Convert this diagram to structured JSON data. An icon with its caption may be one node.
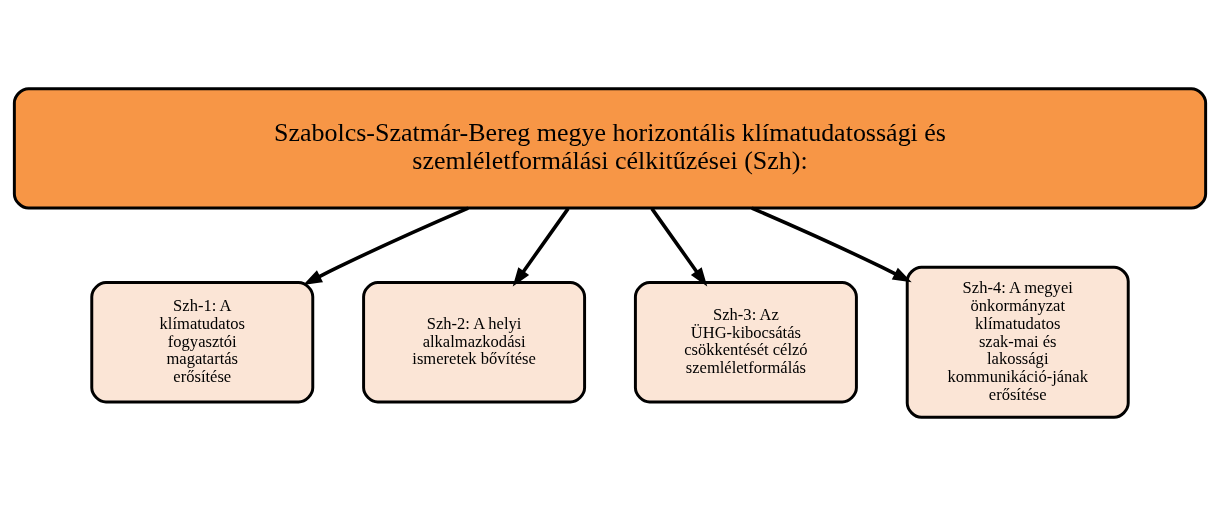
{
  "diagram": {
    "nodes": [
      {
        "text": [
          "Szabolcs-Szatmár-Bereg megye horizontális klímatudatossági és szemléletformálási célkitűzései (Szh):"
        ]
      },
      {
        "text": [
          "Szh-1: A klímatudatos fogyasztói magatartás erősítése"
        ]
      },
      {
        "text": [
          "Szh-2: A helyi alkalmazkodási ismeretek bővítése"
        ]
      },
      {
        "text": [
          "Szh-3: Az ÜHG-kibocsátás csökkentését célzó szemléletformálás"
        ]
      },
      {
        "text": [
          "Szh-4: A megyei önkormányzat klímatudatos szak-mai és lakossági kommunikáció-jának erősítése"
        ]
      }
    ],
    "edges": [
      {
        "from": 0,
        "to": 1,
        "arrow": "to"
      },
      {
        "from": 0,
        "to": 2,
        "arrow": "to"
      },
      {
        "from": 0,
        "to": 3,
        "arrow": "to"
      },
      {
        "from": 0,
        "to": 4,
        "arrow": "to"
      }
    ]
  }
}
